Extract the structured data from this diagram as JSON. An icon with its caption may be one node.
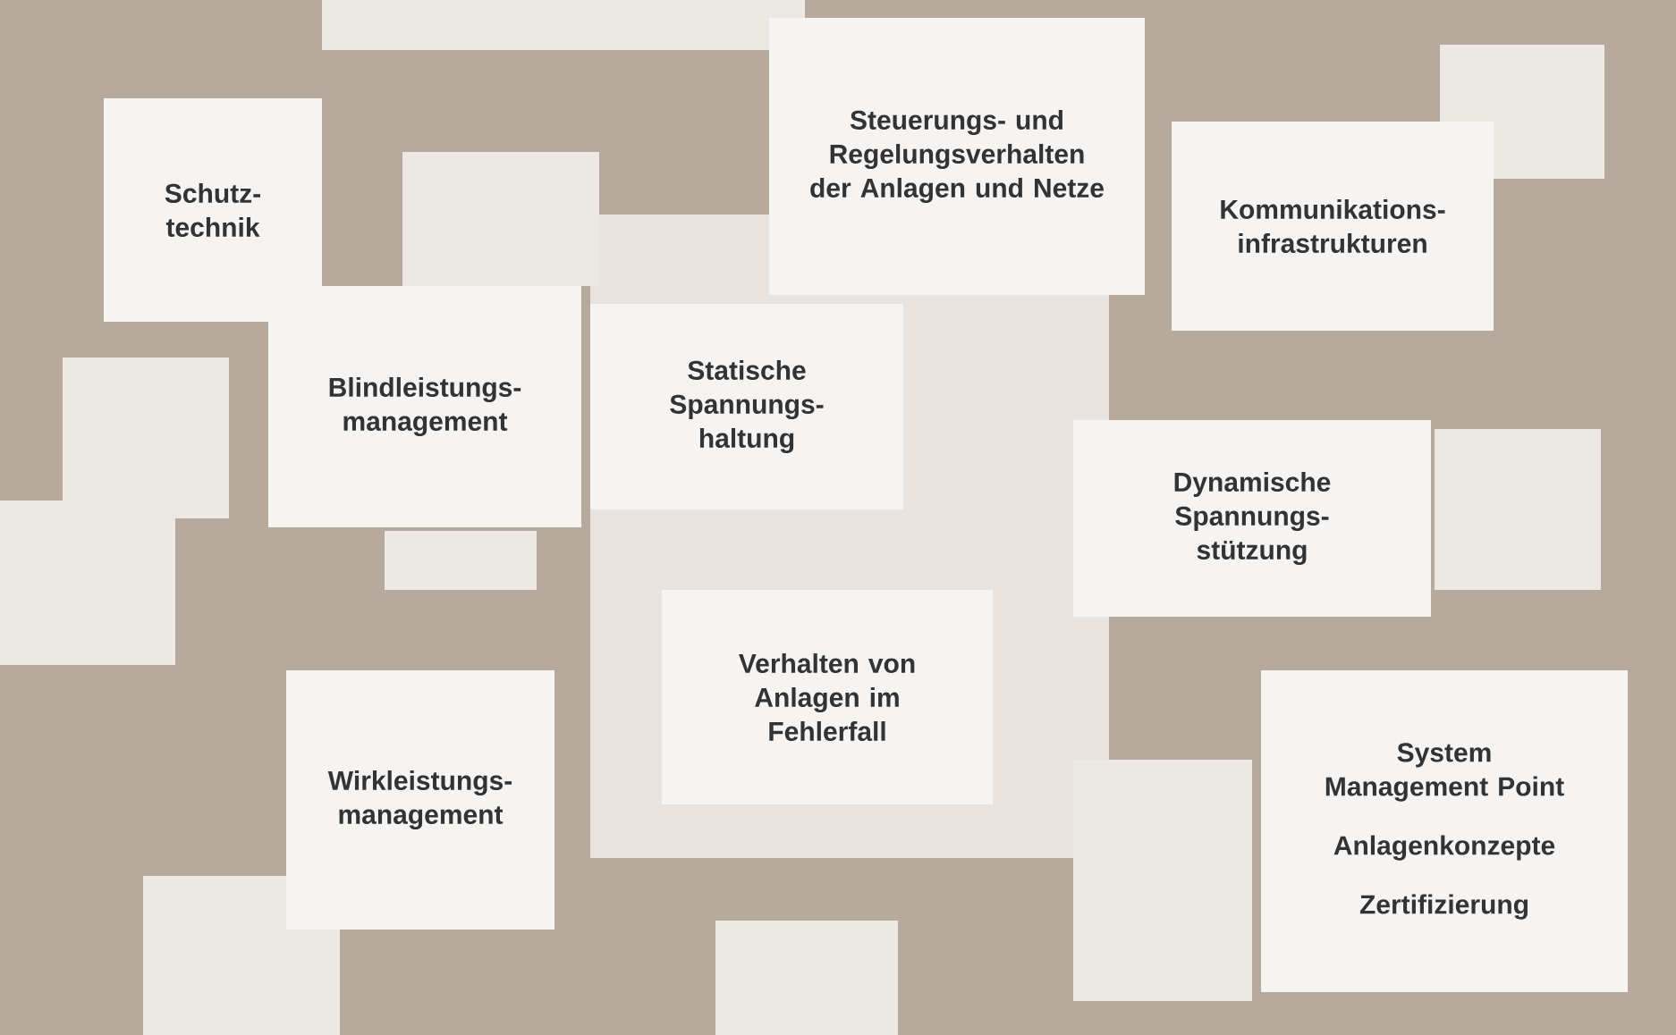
{
  "diagram": {
    "nodes": [
      {
        "text": [
          "Schutz- technik"
        ]
      },
      {
        "text": [
          "Steuerungs- und Regelungsverhalten der Anlagen und Netze"
        ]
      },
      {
        "text": [
          "Kommunikations- infrastrukturen"
        ]
      },
      {
        "text": [
          "Blindleistungs- management"
        ]
      },
      {
        "text": [
          "Statische Spannungs- haltung"
        ]
      },
      {
        "text": [
          "Dynamische Spannungs- stützung"
        ]
      },
      {
        "text": [
          "Verhalten von Anlagen im Fehlerfall"
        ]
      },
      {
        "text": [
          "Wirkleistungs- management"
        ]
      },
      {
        "text": [
          "System Management Point",
          "Anlagenkonzepte",
          "Zertifizierung"
        ]
      }
    ]
  }
}
